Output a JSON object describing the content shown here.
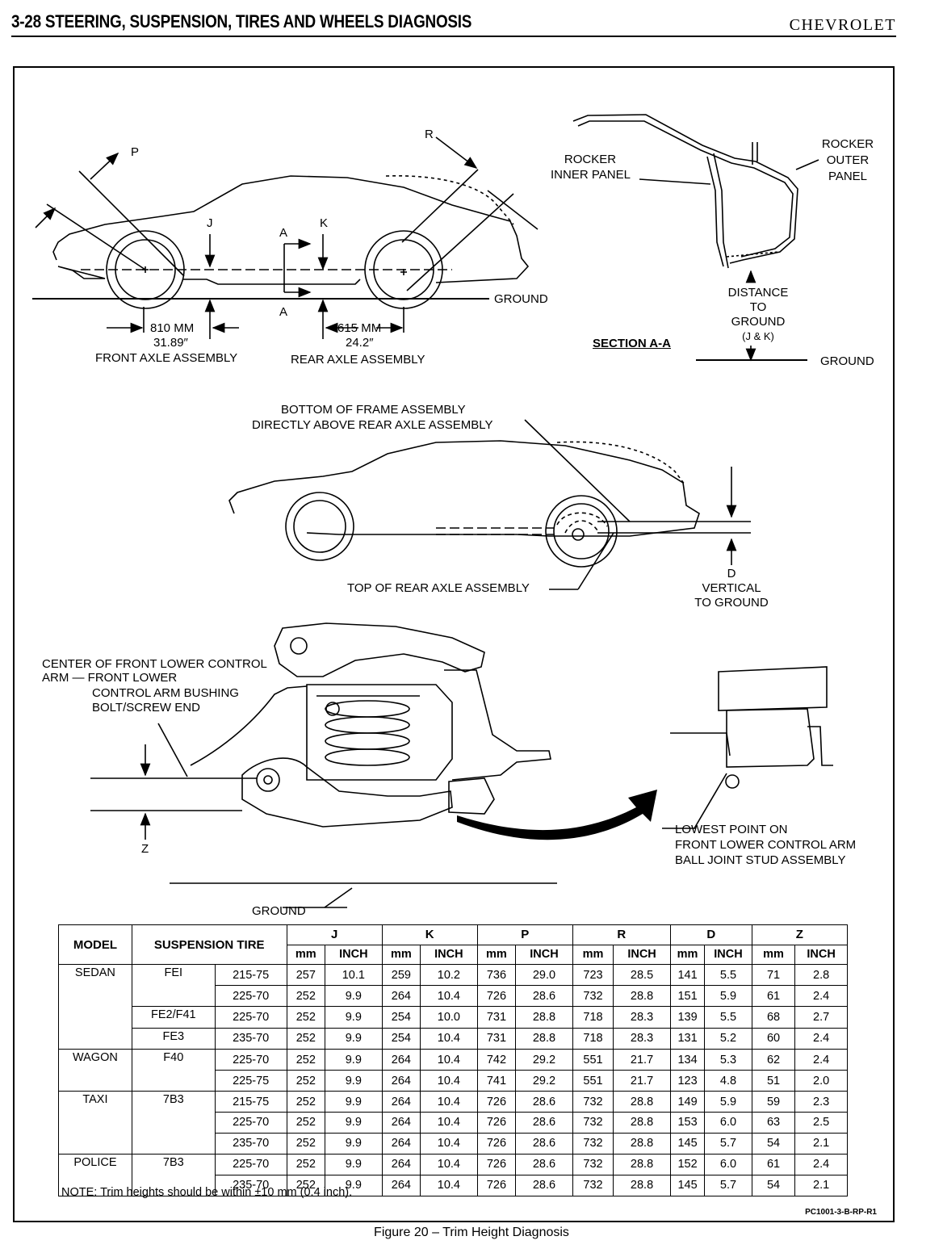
{
  "header": {
    "section_title": "3-28  STEERING, SUSPENSION, TIRES AND WHEELS DIAGNOSIS",
    "brand": "CHEVROLET"
  },
  "figure1": {
    "label_p": "P",
    "label_r": "R",
    "label_j": "J",
    "label_k": "K",
    "label_a_top": "A",
    "label_a_bottom": "A",
    "ground": "GROUND",
    "front_mm": "810 mm",
    "front_in": "31.89″",
    "front_axle": "FRONT AXLE ASSEMBLY",
    "rear_mm": "615 mm",
    "rear_in": "24.2″",
    "rear_axle": "REAR AXLE ASSEMBLY"
  },
  "section": {
    "rocker_inner_1": "ROCKER",
    "rocker_inner_2": "INNER PANEL",
    "rocker_outer_1": "ROCKER",
    "rocker_outer_2": "OUTER",
    "rocker_outer_3": "PANEL",
    "distance_1": "DISTANCE",
    "distance_2": "TO",
    "distance_3": "GROUND",
    "distance_4": "(J & K)",
    "title": "SECTION A-A",
    "ground": "GROUND"
  },
  "figure2": {
    "frame_1": "BOTTOM OF FRAME ASSEMBLY",
    "frame_2": "DIRECTLY ABOVE REAR AXLE ASSEMBLY",
    "top_axle": "TOP OF REAR AXLE ASSEMBLY",
    "d_1": "D",
    "d_2": "VERTICAL",
    "d_3": "TO GROUND"
  },
  "figure3": {
    "center_1": "CENTER OF FRONT LOWER CONTROL",
    "center_2": "ARM — FRONT LOWER",
    "center_3": "CONTROL ARM BUSHING",
    "center_4": "BOLT/SCREW END",
    "z": "Z",
    "ground": "GROUND",
    "lowest_1": "LOWEST POINT ON",
    "lowest_2": "FRONT LOWER CONTROL ARM",
    "lowest_3": "BALL JOINT STUD ASSEMBLY"
  },
  "table": {
    "model_header": "MODEL",
    "suspension_header": "SUSPENSION",
    "tire_header": "TIRE",
    "groups": [
      "J",
      "K",
      "P",
      "R",
      "D",
      "Z"
    ],
    "unit_mm": "mm",
    "unit_inch": "INCH",
    "rows": [
      {
        "model": "SEDAN",
        "suspension": "FEI",
        "tire": "215-75",
        "cells": [
          "257",
          "10.1",
          "259",
          "10.2",
          "736",
          "29.0",
          "723",
          "28.5",
          "141",
          "5.5",
          "71",
          "2.8"
        ]
      },
      {
        "model": "",
        "suspension": "",
        "tire": "225-70",
        "cells": [
          "252",
          "9.9",
          "264",
          "10.4",
          "726",
          "28.6",
          "732",
          "28.8",
          "151",
          "5.9",
          "61",
          "2.4"
        ]
      },
      {
        "model": "",
        "suspension": "FE2/F41",
        "tire": "225-70",
        "cells": [
          "252",
          "9.9",
          "254",
          "10.0",
          "731",
          "28.8",
          "718",
          "28.3",
          "139",
          "5.5",
          "68",
          "2.7"
        ]
      },
      {
        "model": "",
        "suspension": "FE3",
        "tire": "235-70",
        "cells": [
          "252",
          "9.9",
          "254",
          "10.4",
          "731",
          "28.8",
          "718",
          "28.3",
          "131",
          "5.2",
          "60",
          "2.4"
        ]
      },
      {
        "model": "WAGON",
        "suspension": "F40",
        "tire": "225-70",
        "cells": [
          "252",
          "9.9",
          "264",
          "10.4",
          "742",
          "29.2",
          "551",
          "21.7",
          "134",
          "5.3",
          "62",
          "2.4"
        ]
      },
      {
        "model": "",
        "suspension": "",
        "tire": "225-75",
        "cells": [
          "252",
          "9.9",
          "264",
          "10.4",
          "741",
          "29.2",
          "551",
          "21.7",
          "123",
          "4.8",
          "51",
          "2.0"
        ]
      },
      {
        "model": "TAXI",
        "suspension": "7B3",
        "tire": "215-75",
        "cells": [
          "252",
          "9.9",
          "264",
          "10.4",
          "726",
          "28.6",
          "732",
          "28.8",
          "149",
          "5.9",
          "59",
          "2.3"
        ]
      },
      {
        "model": "",
        "suspension": "",
        "tire": "225-70",
        "cells": [
          "252",
          "9.9",
          "264",
          "10.4",
          "726",
          "28.6",
          "732",
          "28.8",
          "153",
          "6.0",
          "63",
          "2.5"
        ]
      },
      {
        "model": "",
        "suspension": "",
        "tire": "235-70",
        "cells": [
          "252",
          "9.9",
          "264",
          "10.4",
          "726",
          "28.6",
          "732",
          "28.8",
          "145",
          "5.7",
          "54",
          "2.1"
        ]
      },
      {
        "model": "POLICE",
        "suspension": "7B3",
        "tire": "225-70",
        "cells": [
          "252",
          "9.9",
          "264",
          "10.4",
          "726",
          "28.6",
          "732",
          "28.8",
          "152",
          "6.0",
          "61",
          "2.4"
        ]
      },
      {
        "model": "",
        "suspension": "",
        "tire": "235-70",
        "cells": [
          "252",
          "9.9",
          "264",
          "10.4",
          "726",
          "28.6",
          "732",
          "28.8",
          "145",
          "5.7",
          "54",
          "2.1"
        ]
      }
    ]
  },
  "note": "NOTE:  Trim heights should be within ±10 mm (0.4 inch).",
  "code": "PC1001-3-B-RP-R1",
  "caption": "Figure 20 – Trim Height Diagnosis"
}
